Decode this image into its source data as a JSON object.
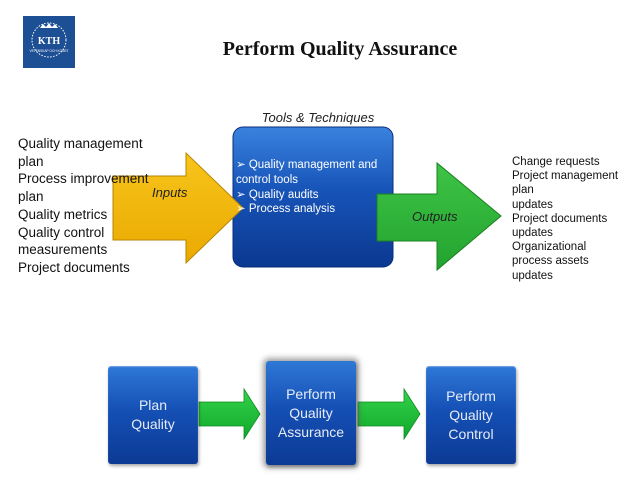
{
  "title": "Perform Quality Assurance",
  "logo": {
    "text": "KTH",
    "subtext": "VETENSKAP OCH KONST"
  },
  "tools_label": "Tools & Techniques",
  "inputs_label": "Inputs",
  "outputs_label": "Outputs",
  "inputs_lines": [
    "Quality management",
    "plan",
    "Process improvement",
    "plan",
    "Quality metrics",
    "Quality control",
    "measurements",
    "Project documents"
  ],
  "tools_lines": [
    "➢  Quality management and",
    "control tools",
    "➢  Quality audits",
    "➢  Process analysis"
  ],
  "outputs_lines": [
    "Change requests",
    "Project management",
    "plan",
    "updates",
    "Project documents",
    "updates",
    "Organizational",
    "process assets",
    "updates"
  ],
  "process_boxes": {
    "plan": [
      "Plan",
      "Quality"
    ],
    "assurance": [
      "Perform",
      "Quality",
      "Assurance"
    ],
    "control": [
      "Perform",
      "Quality",
      "Control"
    ]
  },
  "colors": {
    "box_blue": "#1550b5",
    "input_arrow": "#f2b705",
    "output_arrow": "#2fb83a",
    "flow_arrow": "#1ec33a",
    "logo_blue": "#1d4f95"
  }
}
